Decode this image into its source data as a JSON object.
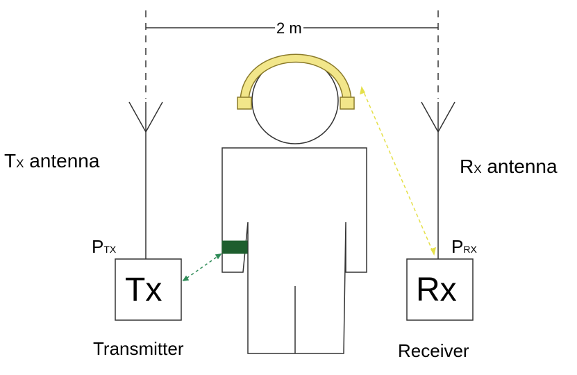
{
  "distance": {
    "label": "2 m"
  },
  "transmitter": {
    "antenna_main": "T",
    "antenna_sub": "X",
    "antenna_word": "antenna",
    "power_main": "P",
    "power_sub": "TX",
    "box_label": "Tx",
    "caption": "Transmitter"
  },
  "receiver": {
    "antenna_main": "R",
    "antenna_sub": "X",
    "antenna_word": "antenna",
    "power_main": "P",
    "power_sub": "RX",
    "box_label": "Rx",
    "caption": "Receiver"
  },
  "colors": {
    "stroke": "#333333",
    "headphone_fill": "#f2e68a",
    "headphone_stroke": "#8a7a2a",
    "wrist_band": "#1e5e2e",
    "link_green": "#2e8b57",
    "link_yellow": "#e5e04a"
  }
}
